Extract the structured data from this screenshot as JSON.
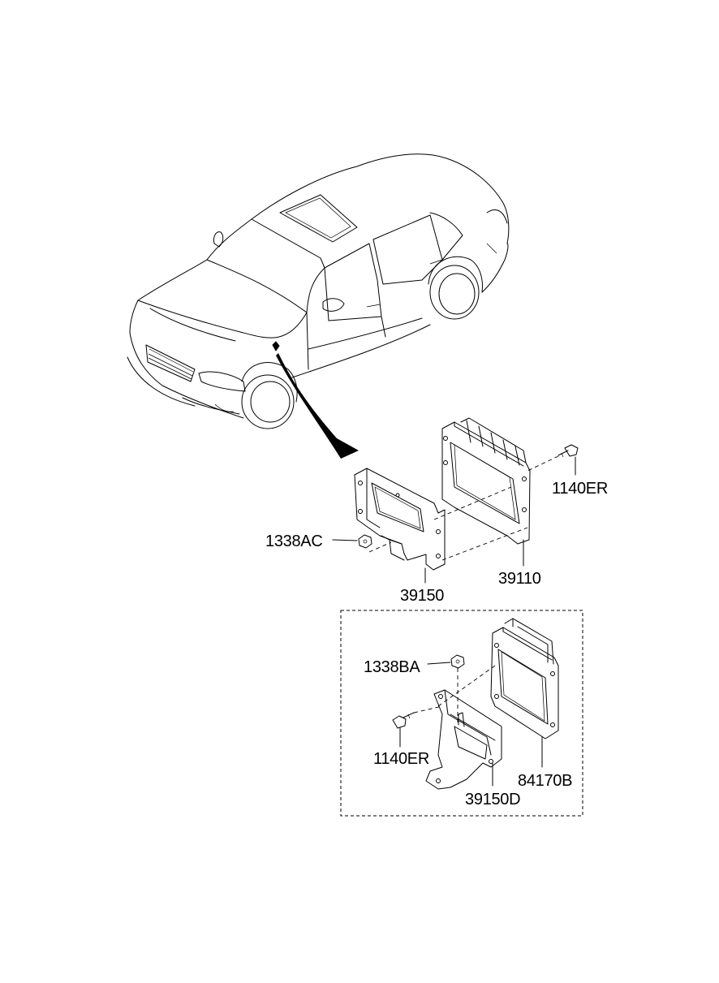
{
  "labels": {
    "top_bolt": "1140ER",
    "nut_left": "1338AC",
    "ecu": "39110",
    "bracket": "39150",
    "inset_nut": "1338BA",
    "inset_bolt": "1140ER",
    "inset_module": "84170B",
    "inset_bracket": "39150D"
  }
}
